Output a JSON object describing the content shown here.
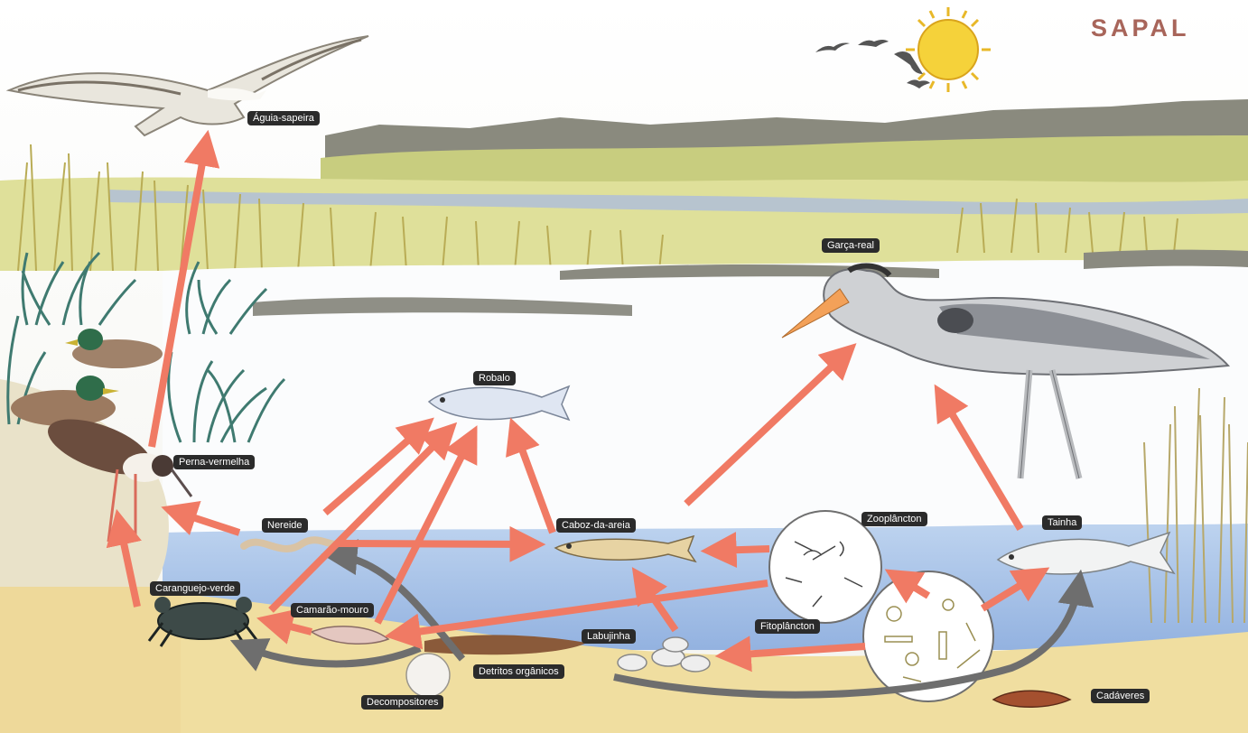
{
  "title": "SAPAL",
  "labels": {
    "aguia_sapeira": "Águia-sapeira",
    "garca_real": "Garça-real",
    "robalo": "Robalo",
    "perna_vermelha": "Perna-vermelha",
    "nereide": "Nereide",
    "caboz_da_areia": "Caboz-da-areia",
    "zooplancton": "Zooplâncton",
    "tainha": "Tainha",
    "caranguejo_verde": "Caranguejo-verde",
    "camarao_mouro": "Camarão-mouro",
    "fitoplancton": "Fitoplâncton",
    "labujinha": "Labujinha",
    "detritos_organicos": "Detritos orgânicos",
    "decompositores": "Decompositores",
    "cadaveres": "Cadáveres"
  },
  "colors": {
    "food_arrow": "#f07a64",
    "decomposition_arrow": "#6e6e6e",
    "label_bg": "#2b2b2b",
    "water": "#a9c4e6",
    "sand": "#f0dea0",
    "title": "#a8655a"
  }
}
